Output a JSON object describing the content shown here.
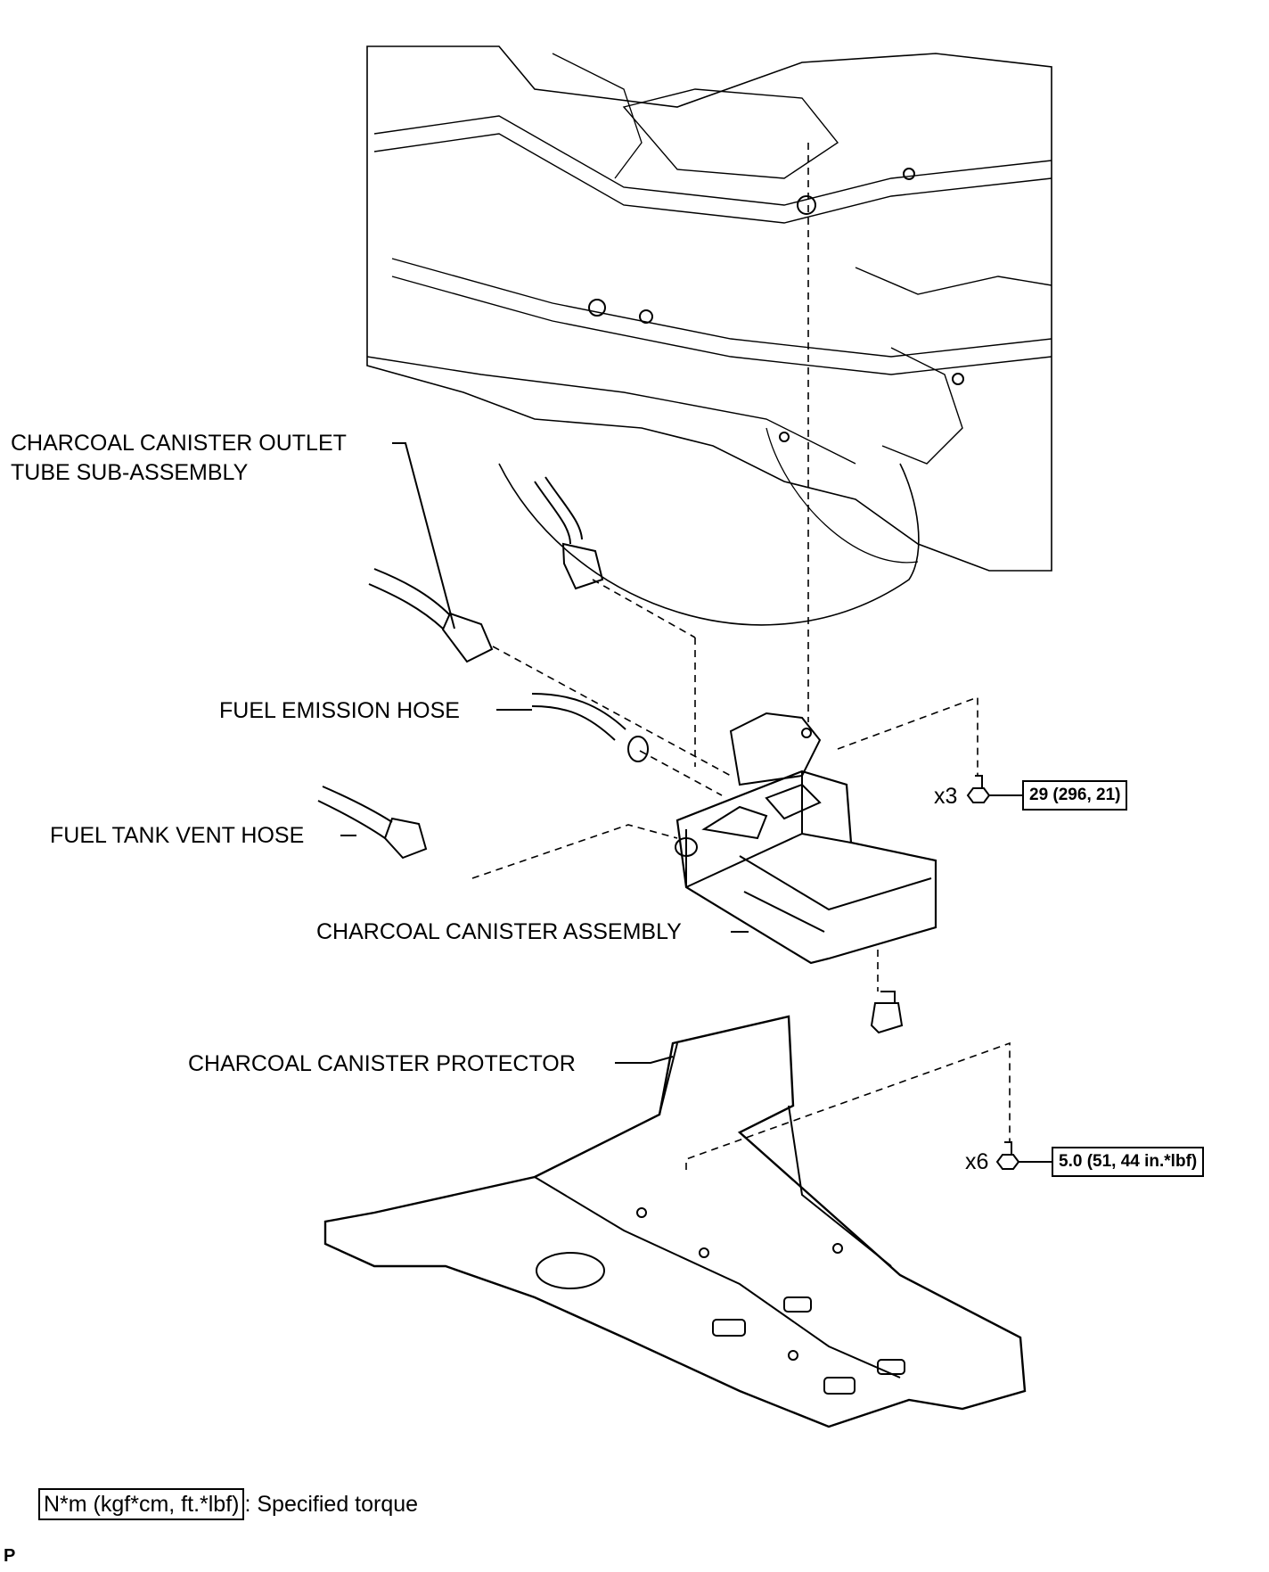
{
  "labels": {
    "outlet_tube_line1": "CHARCOAL CANISTER OUTLET",
    "outlet_tube_line2": "TUBE SUB-ASSEMBLY",
    "fuel_emission_hose": "FUEL EMISSION HOSE",
    "fuel_tank_vent_hose": "FUEL TANK VENT HOSE",
    "canister_assembly": "CHARCOAL CANISTER ASSEMBLY",
    "canister_protector": "CHARCOAL CANISTER PROTECTOR"
  },
  "fasteners": {
    "upper": {
      "count": "x3",
      "torque": "29 (296, 21)"
    },
    "lower": {
      "count": "x6",
      "torque": "5.0 (51, 44 in.*lbf)"
    }
  },
  "legend": {
    "unit_box": "N*m (kgf*cm, ft.*lbf)",
    "text": ": Specified torque"
  },
  "corner_code": "P"
}
